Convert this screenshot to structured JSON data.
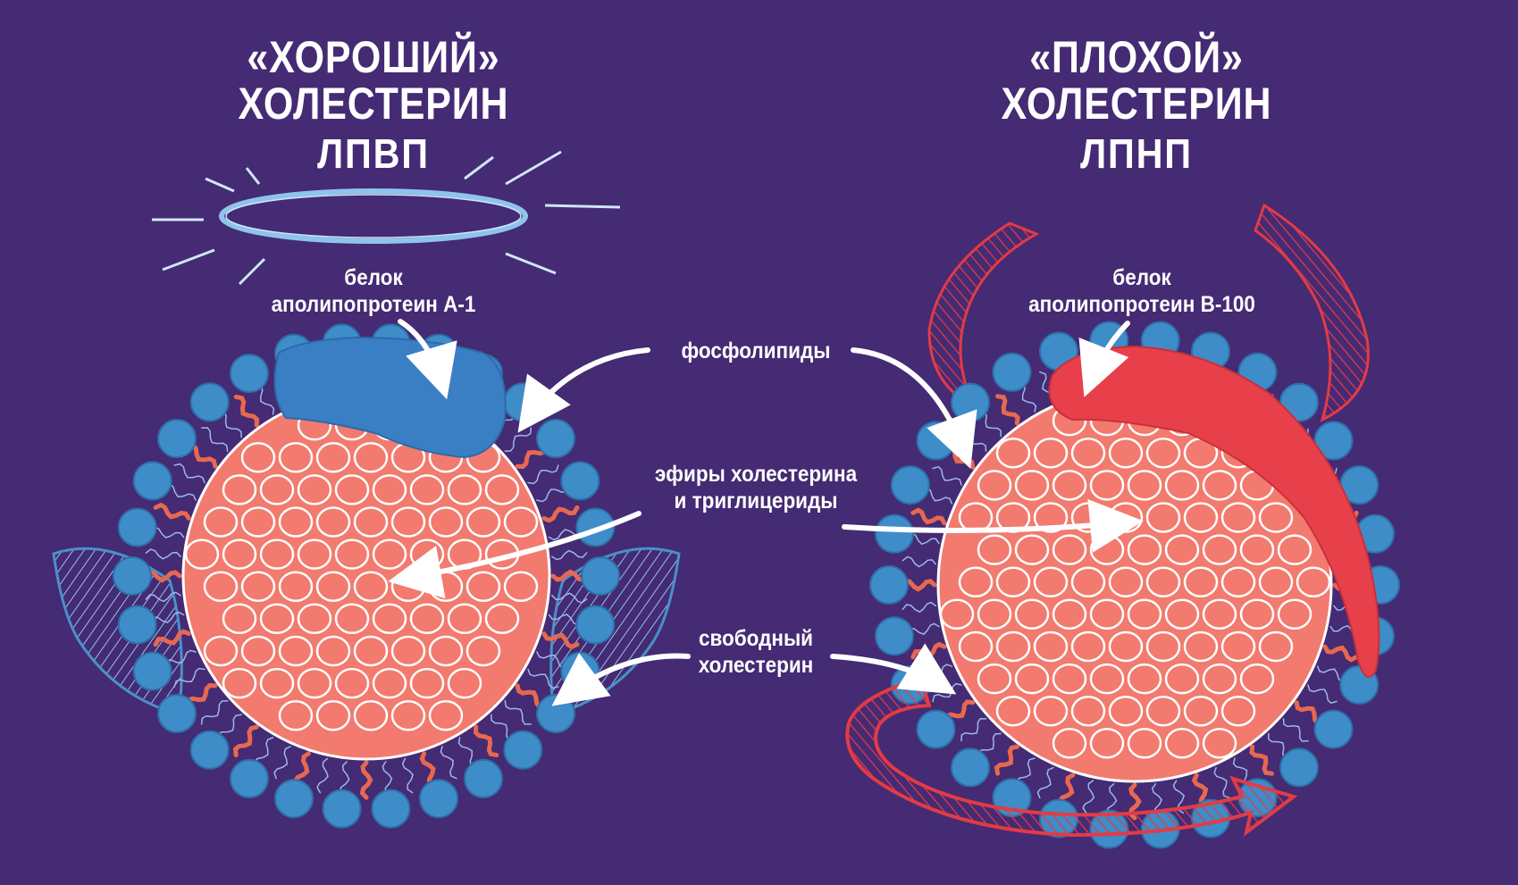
{
  "left": {
    "heading_line1": "«ХОРОШИЙ»",
    "heading_line2": "ХОЛЕСТЕРИН",
    "abbr": "ЛПВП",
    "protein_line1": "белок",
    "protein_line2": "аполипопротеин А-1"
  },
  "right": {
    "heading_line1": "«ПЛОХОЙ»",
    "heading_line2": "ХОЛЕСТЕРИН",
    "abbr": "ЛПНП",
    "protein_line1": "белок",
    "protein_line2": "аполипопротеин В-100"
  },
  "labels": {
    "phospholipids": "фосфолипиды",
    "esters_line1": "эфиры холестерина",
    "esters_line2": "и триглицериды",
    "free_line1": "свободный",
    "free_line2": "холестерин"
  },
  "colors": {
    "background": "#452a74",
    "core": "#f27a6e",
    "phospholipid_head": "#3e8cc8",
    "tail": "#e8684f",
    "apoA1": "#3a7fc4",
    "apoB100": "#e8404a",
    "halo": "#8fc4ea",
    "wing": "#4a90c8",
    "horns_tail": "#e23b45",
    "text": "#ffffff"
  },
  "icons": {
    "left_decor": [
      "halo-icon",
      "wing-icon"
    ],
    "right_decor": [
      "horn-icon",
      "devil-tail-icon"
    ]
  }
}
